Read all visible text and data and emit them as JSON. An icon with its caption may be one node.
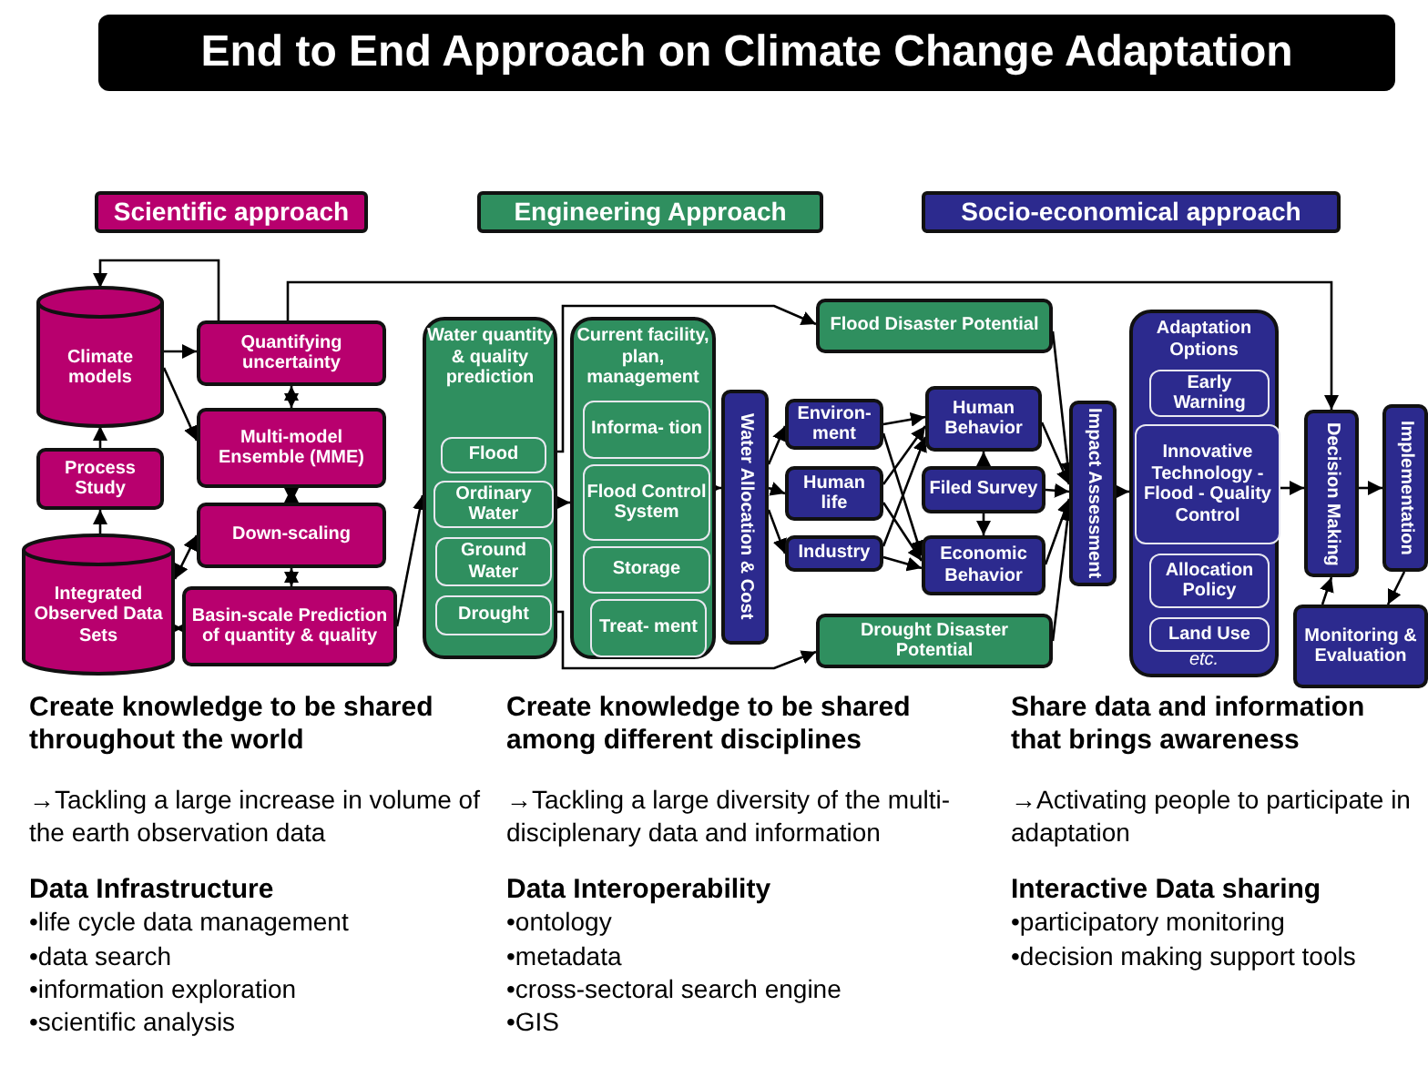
{
  "diagram": {
    "title": "End to End Approach on Climate Change Adaptation",
    "nodes": [
      {
        "text": [
          "Scientific approach"
        ]
      },
      {
        "text": [
          "Engineering Approach"
        ]
      },
      {
        "text": [
          "Socio-economical approach"
        ]
      },
      {
        "text": [
          "Climate models"
        ]
      },
      {
        "text": [
          "Quantifying uncertainty"
        ]
      },
      {
        "text": [
          "Process Study"
        ]
      },
      {
        "text": [
          "Multi-model Ensemble (MME)"
        ]
      },
      {
        "text": [
          "Integrated Observed Data Sets"
        ]
      },
      {
        "text": [
          "Down-scaling"
        ]
      },
      {
        "text": [
          "Basin-scale Prediction of quantity & quality"
        ]
      },
      {
        "text": [
          "Water quantity & quality prediction"
        ]
      },
      {
        "text": [
          "Flood"
        ],
        "in": 10
      },
      {
        "text": [
          "Ordinary Water"
        ],
        "in": 10
      },
      {
        "text": [
          "Ground Water"
        ],
        "in": 10
      },
      {
        "text": [
          "Drought"
        ],
        "in": 10
      },
      {
        "text": [
          "Current facility, plan, management"
        ]
      },
      {
        "text": [
          "Informa- tion"
        ],
        "in": 15
      },
      {
        "text": [
          "Flood Control System"
        ],
        "in": 15
      },
      {
        "text": [
          "Storage"
        ],
        "in": 15
      },
      {
        "text": [
          "Treat- ment"
        ],
        "in": 15
      },
      {
        "text": [
          "Water Allocation & Cost"
        ]
      },
      {
        "text": [
          "Flood Disaster Potential"
        ]
      },
      {
        "text": [
          "Environ- ment"
        ]
      },
      {
        "text": [
          "Human life"
        ]
      },
      {
        "text": [
          "Industry"
        ]
      },
      {
        "text": [
          "Human Behavior"
        ]
      },
      {
        "text": [
          "Filed Survey"
        ]
      },
      {
        "text": [
          "Economic Behavior"
        ]
      },
      {
        "text": [
          "Drought Disaster Potential"
        ]
      },
      {
        "text": [
          "Impact Assessment"
        ]
      },
      {
        "text": [
          "Adaptation Options",
          "etc."
        ]
      },
      {
        "text": [
          "Early Warning"
        ],
        "in": 30
      },
      {
        "text": [
          "Innovative Technology - Flood - Quality Control"
        ],
        "in": 30
      },
      {
        "text": [
          "Allocation Policy"
        ],
        "in": 30
      },
      {
        "text": [
          "Land Use"
        ],
        "in": 30
      },
      {
        "text": [
          "Decision Making"
        ]
      },
      {
        "text": [
          "Implementation"
        ]
      },
      {
        "text": [
          "Monitoring & Evaluation"
        ]
      }
    ],
    "edges": [
      {
        "from": 4,
        "to": 3,
        "arrow": "to"
      },
      {
        "from": 3,
        "to": 4,
        "arrow": "to"
      },
      {
        "from": 3,
        "to": 6,
        "arrow": "to"
      },
      {
        "from": 5,
        "to": 3,
        "arrow": "to"
      },
      {
        "from": 7,
        "to": 5,
        "arrow": "to"
      },
      {
        "from": 4,
        "to": 6,
        "arrow": "both"
      },
      {
        "from": 6,
        "to": 8,
        "arrow": "both"
      },
      {
        "from": 8,
        "to": 9,
        "arrow": "both"
      },
      {
        "from": 7,
        "to": 8,
        "arrow": "both"
      },
      {
        "from": 7,
        "to": 9,
        "arrow": "both"
      },
      {
        "from": 4,
        "to": 35,
        "arrow": "to"
      },
      {
        "from": 9,
        "to": 10,
        "arrow": "to"
      },
      {
        "from": 10,
        "to": 15,
        "arrow": "to"
      },
      {
        "from": 11,
        "to": 21,
        "arrow": "to"
      },
      {
        "from": 14,
        "to": 28,
        "arrow": "to"
      },
      {
        "from": 15,
        "to": 20,
        "arrow": "to"
      },
      {
        "from": 20,
        "to": 22,
        "arrow": "to"
      },
      {
        "from": 20,
        "to": 23,
        "arrow": "to"
      },
      {
        "from": 20,
        "to": 24,
        "arrow": "to"
      },
      {
        "from": 22,
        "to": 25,
        "arrow": "to"
      },
      {
        "from": 22,
        "to": 27,
        "arrow": "to"
      },
      {
        "from": 23,
        "to": 25,
        "arrow": "to"
      },
      {
        "from": 23,
        "to": 27,
        "arrow": "to"
      },
      {
        "from": 24,
        "to": 25,
        "arrow": "to"
      },
      {
        "from": 24,
        "to": 27,
        "arrow": "to"
      },
      {
        "from": 26,
        "to": 25,
        "arrow": "to"
      },
      {
        "from": 26,
        "to": 27,
        "arrow": "to"
      },
      {
        "from": 21,
        "to": 29,
        "arrow": "to"
      },
      {
        "from": 25,
        "to": 29,
        "arrow": "to"
      },
      {
        "from": 26,
        "to": 29,
        "arrow": "to"
      },
      {
        "from": 27,
        "to": 29,
        "arrow": "to"
      },
      {
        "from": 28,
        "to": 29,
        "arrow": "to"
      },
      {
        "from": 29,
        "to": 30,
        "arrow": "to"
      },
      {
        "from": 30,
        "to": 35,
        "arrow": "to"
      },
      {
        "from": 35,
        "to": 36,
        "arrow": "to"
      },
      {
        "from": 36,
        "to": 37,
        "arrow": "to"
      },
      {
        "from": 37,
        "to": 35,
        "arrow": "to"
      }
    ],
    "labels": [
      "Create knowledge to be shared throughout the world",
      "→Tackling a large increase in volume of the earth observation data",
      "Data Infrastructure",
      "•life cycle data management",
      "•data search",
      "•information exploration",
      "•scientific analysis",
      "Create knowledge to be shared among different disciplines",
      "→Tackling a large diversity of the multi-disciplenary data and information",
      "Data Interoperability",
      "•ontology",
      "•metadata",
      "•cross-sectoral search engine",
      "•GIS",
      "Share data and information that brings awareness",
      "→Activating people to participate in adaptation",
      "Interactive Data sharing",
      "•participatory monitoring",
      "•decision making support tools"
    ]
  }
}
